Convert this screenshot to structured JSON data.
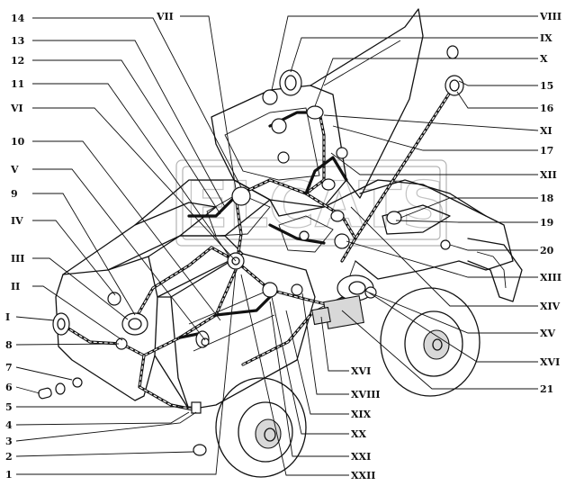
{
  "watermark": "ELCATS",
  "callouts": [
    {
      "id": "c-14",
      "text": "14"
    },
    {
      "id": "c-13",
      "text": "13"
    },
    {
      "id": "c-12",
      "text": "12"
    },
    {
      "id": "c-11",
      "text": "11"
    },
    {
      "id": "c-VI-l",
      "text": "VI"
    },
    {
      "id": "c-10",
      "text": "10"
    },
    {
      "id": "c-V",
      "text": "V"
    },
    {
      "id": "c-9",
      "text": "9"
    },
    {
      "id": "c-IV",
      "text": "IV"
    },
    {
      "id": "c-III",
      "text": "III"
    },
    {
      "id": "c-II",
      "text": "II"
    },
    {
      "id": "c-I",
      "text": "I"
    },
    {
      "id": "c-8",
      "text": "8"
    },
    {
      "id": "c-7",
      "text": "7"
    },
    {
      "id": "c-6",
      "text": "6"
    },
    {
      "id": "c-5",
      "text": "5"
    },
    {
      "id": "c-4",
      "text": "4"
    },
    {
      "id": "c-3",
      "text": "3"
    },
    {
      "id": "c-2",
      "text": "2"
    },
    {
      "id": "c-1",
      "text": "1"
    },
    {
      "id": "c-VII",
      "text": "VII"
    },
    {
      "id": "c-VIII",
      "text": "VIII"
    },
    {
      "id": "c-IX",
      "text": "IX"
    },
    {
      "id": "c-X",
      "text": "X"
    },
    {
      "id": "c-15",
      "text": "15"
    },
    {
      "id": "c-16",
      "text": "16"
    },
    {
      "id": "c-XI",
      "text": "XI"
    },
    {
      "id": "c-17",
      "text": "17"
    },
    {
      "id": "c-XII",
      "text": "XII"
    },
    {
      "id": "c-18",
      "text": "18"
    },
    {
      "id": "c-19",
      "text": "19"
    },
    {
      "id": "c-20",
      "text": "20"
    },
    {
      "id": "c-XIII",
      "text": "XIII"
    },
    {
      "id": "c-XIV",
      "text": "XIV"
    },
    {
      "id": "c-XV",
      "text": "XV"
    },
    {
      "id": "c-XVI-r",
      "text": "XVI"
    },
    {
      "id": "c-21",
      "text": "21"
    },
    {
      "id": "c-XVI-m",
      "text": "XVI"
    },
    {
      "id": "c-XVIII",
      "text": "XVIII"
    },
    {
      "id": "c-XIX",
      "text": "XIX"
    },
    {
      "id": "c-XX",
      "text": "XX"
    },
    {
      "id": "c-XXI",
      "text": "XXI"
    },
    {
      "id": "c-XXII",
      "text": "XXII"
    }
  ]
}
